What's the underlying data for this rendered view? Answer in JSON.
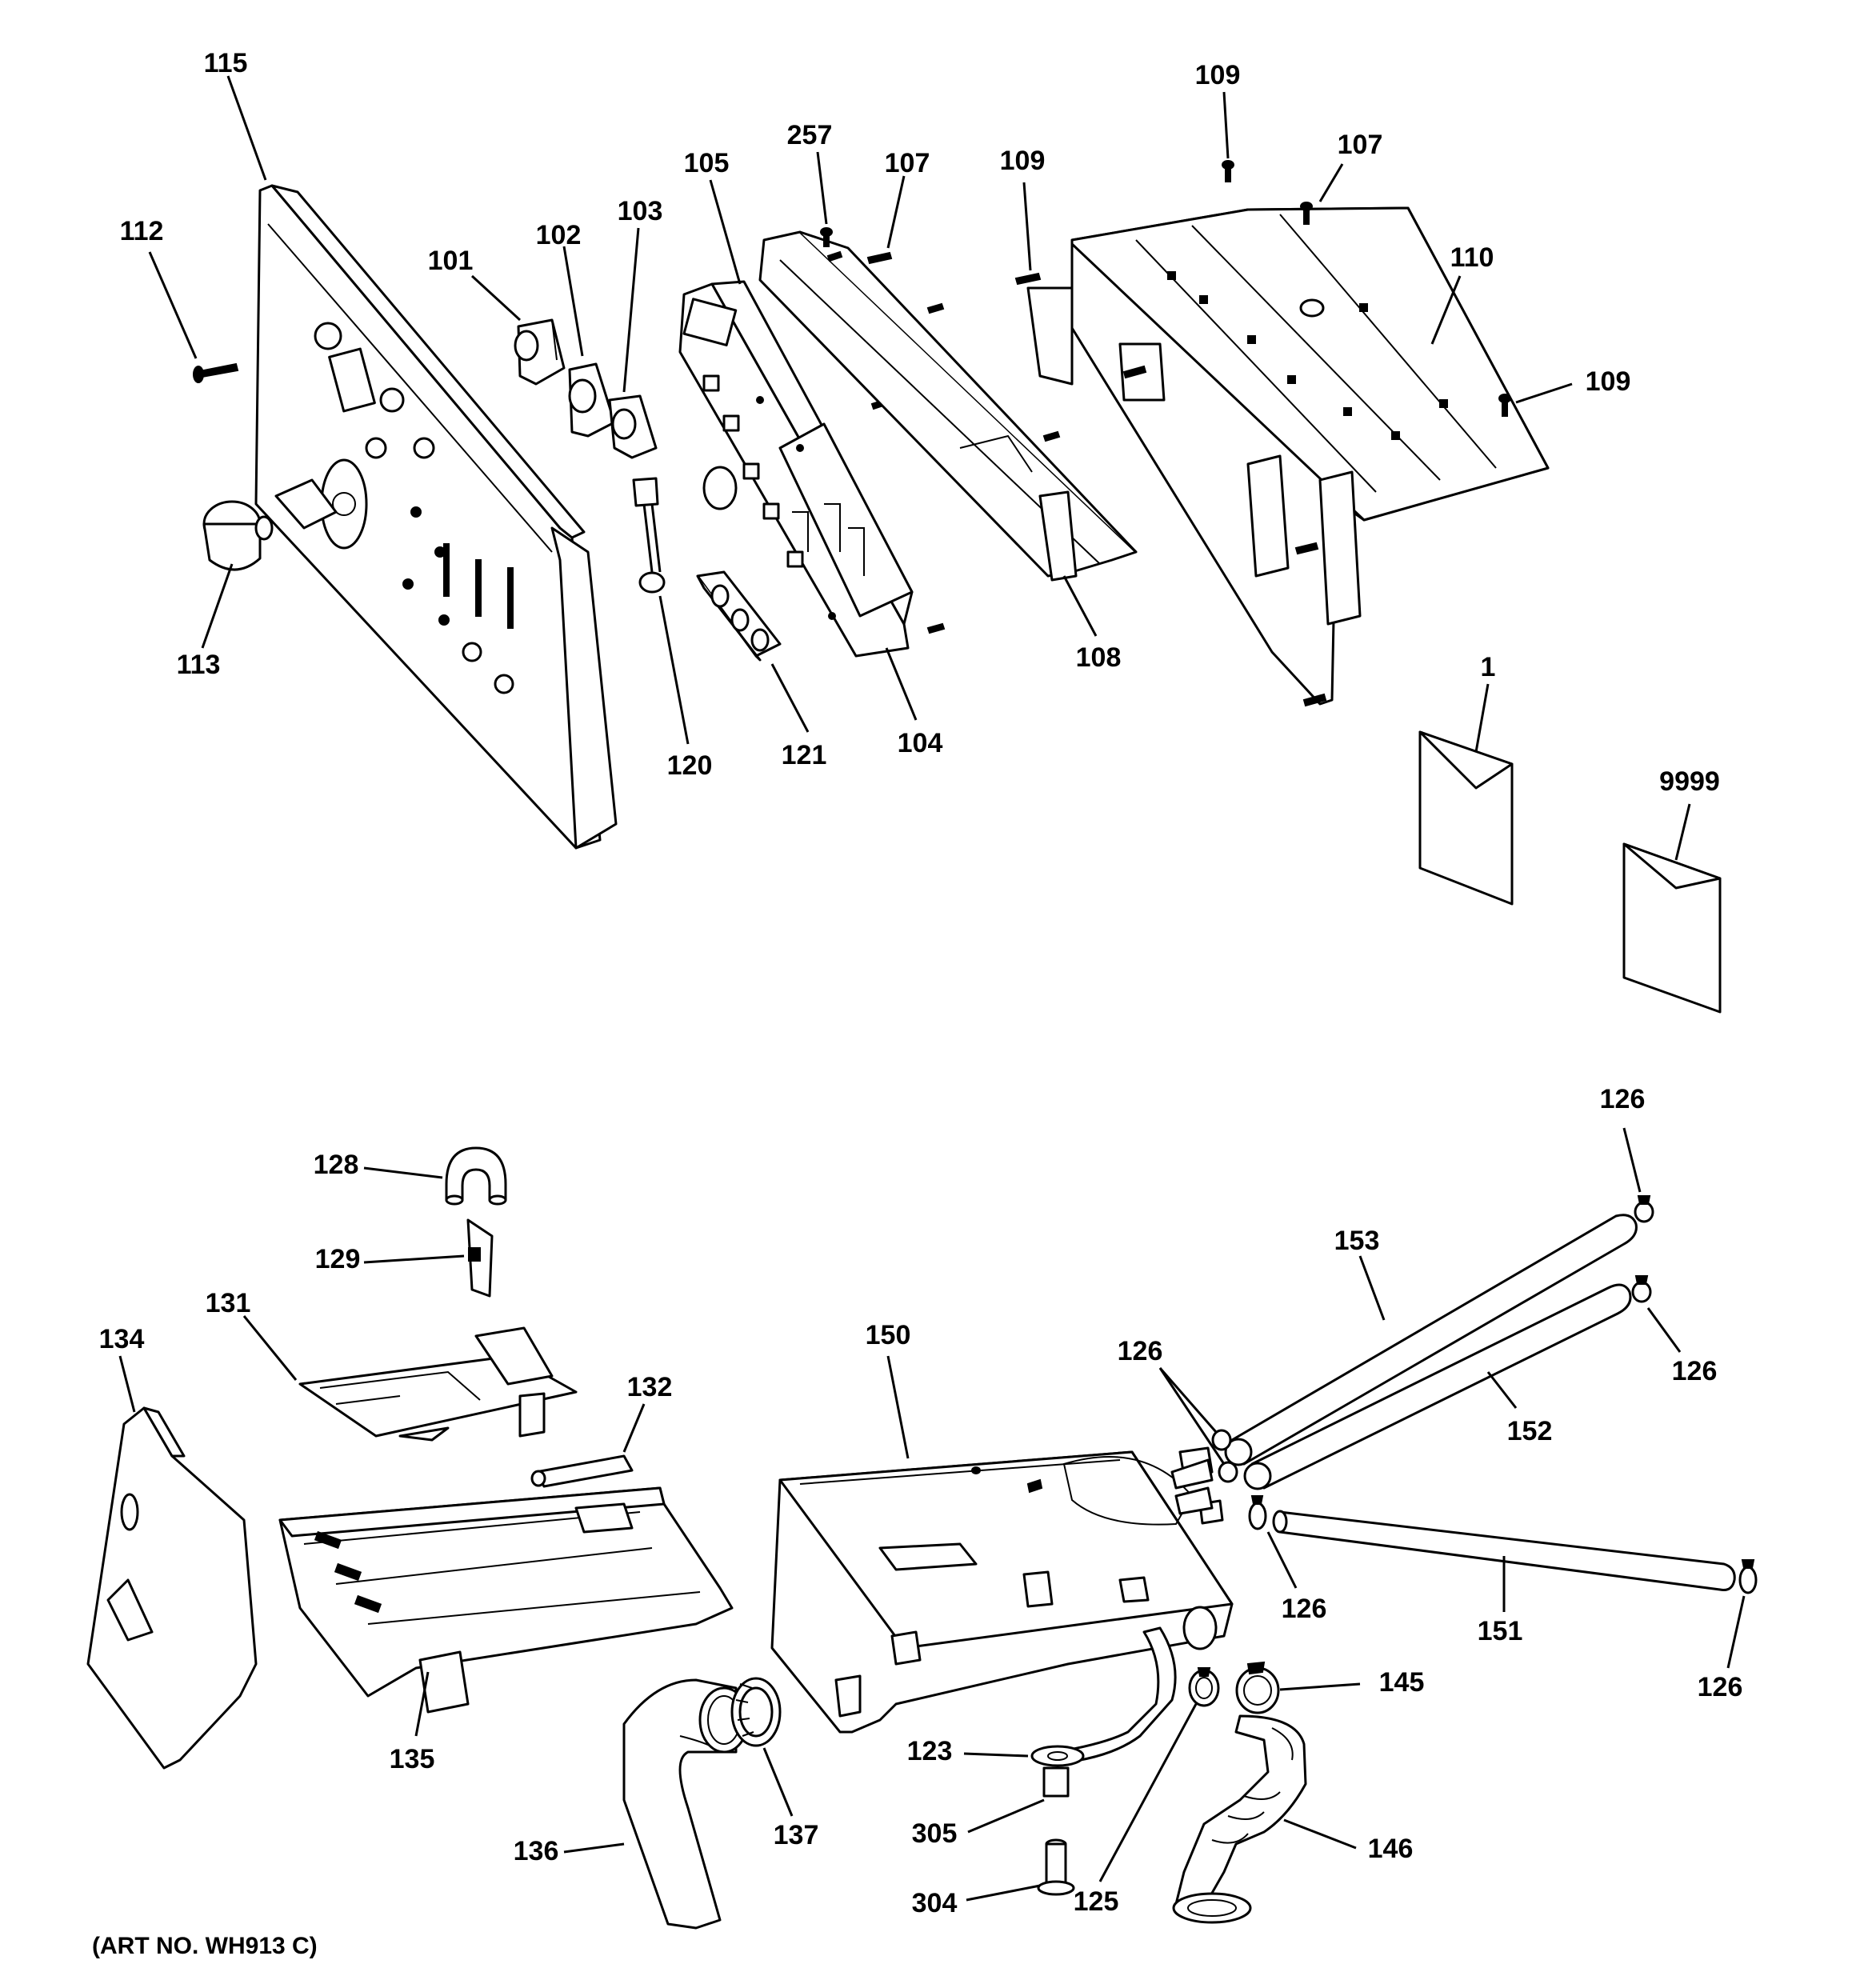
{
  "art_number": "(ART NO. WH913 C)",
  "callouts": {
    "c115": "115",
    "c112": "112",
    "c113": "113",
    "c101": "101",
    "c102": "102",
    "c103": "103",
    "c105": "105",
    "c257": "257",
    "c107a": "107",
    "c109a": "109",
    "c109b": "109",
    "c107b": "107",
    "c110": "110",
    "c109c": "109",
    "c120": "120",
    "c121": "121",
    "c104": "104",
    "c108": "108",
    "c1": "1",
    "c9999": "9999",
    "c126a": "126",
    "c153": "153",
    "c126b": "126",
    "c128": "128",
    "c129": "129",
    "c131": "131",
    "c134": "134",
    "c150": "150",
    "c126c": "126",
    "c132": "132",
    "c152": "152",
    "c126d": "126",
    "c151": "151",
    "c126e": "126",
    "c145": "145",
    "c135": "135",
    "c123": "123",
    "c305": "305",
    "c137": "137",
    "c136": "136",
    "c146": "146",
    "c304": "304",
    "c125": "125"
  }
}
